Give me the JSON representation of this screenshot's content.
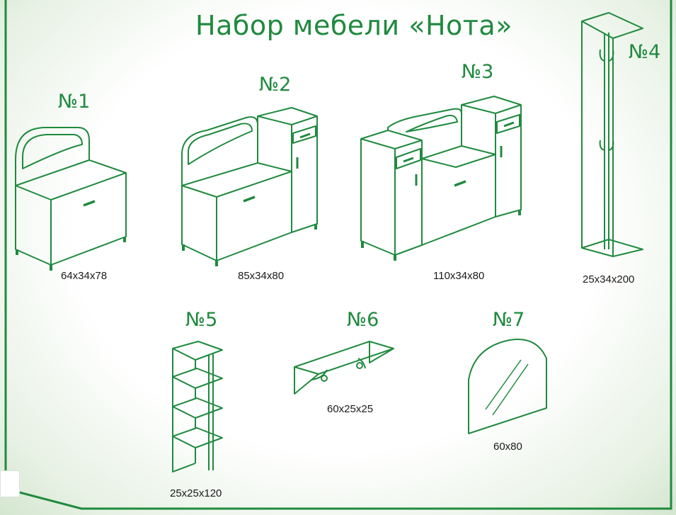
{
  "title": "Набор мебели «Нота»",
  "items": [
    {
      "number": "№1",
      "dimensions": "64x34x78"
    },
    {
      "number": "№2",
      "dimensions": "85x34x80"
    },
    {
      "number": "№3",
      "dimensions": "110x34x80"
    },
    {
      "number": "№4",
      "dimensions": "25x34x200"
    },
    {
      "number": "№5",
      "dimensions": "25x25x120"
    },
    {
      "number": "№6",
      "dimensions": "60x25x25"
    },
    {
      "number": "№7",
      "dimensions": "60x80"
    }
  ],
  "colors": {
    "line": "#1f8a3e",
    "text": "#1a1a1a",
    "frame": "#1f8a3e"
  }
}
